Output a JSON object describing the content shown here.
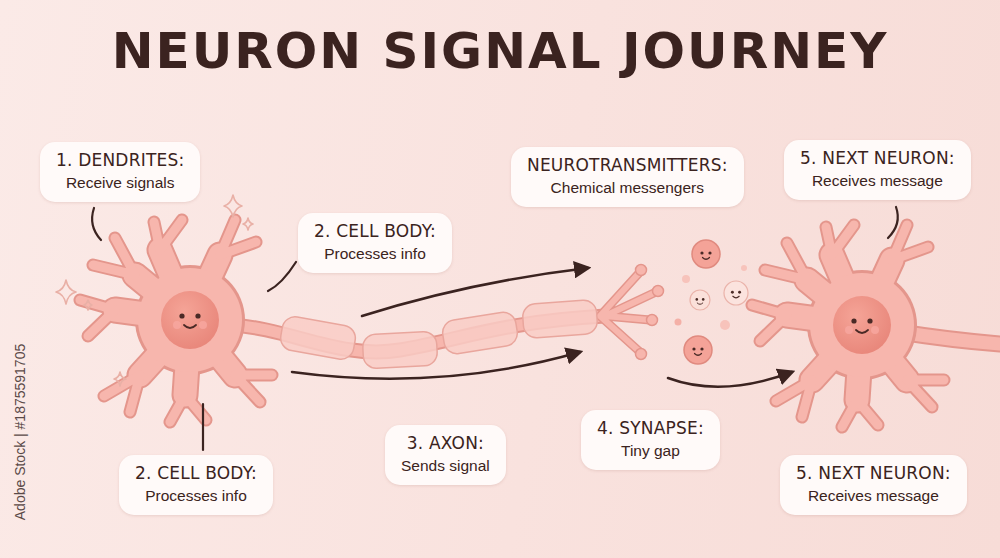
{
  "diagram": {
    "title": "NEURON SIGNAL JOURNEY",
    "nodes": [
      {
        "text": [
          "1. DENDRITES:",
          "Receive signals"
        ]
      },
      {
        "text": [
          "2. CELL BODY:",
          "Processes info"
        ]
      },
      {
        "text": [
          "NEUROTRANSMITTERS:",
          "Chemical messengers"
        ]
      },
      {
        "text": [
          "5. NEXT NEURON:",
          "Receives message"
        ]
      },
      {
        "text": [
          "2. CELL BODY:",
          "Processes info"
        ]
      },
      {
        "text": [
          "3. AXON:",
          "Sends signal"
        ]
      },
      {
        "text": [
          "4. SYNAPSE:",
          "Tiny gap"
        ]
      },
      {
        "text": [
          "5. NEXT NEURON:",
          "Receives message"
        ]
      }
    ],
    "labels": [
      "Adobe Stock | #1875591705"
    ]
  }
}
